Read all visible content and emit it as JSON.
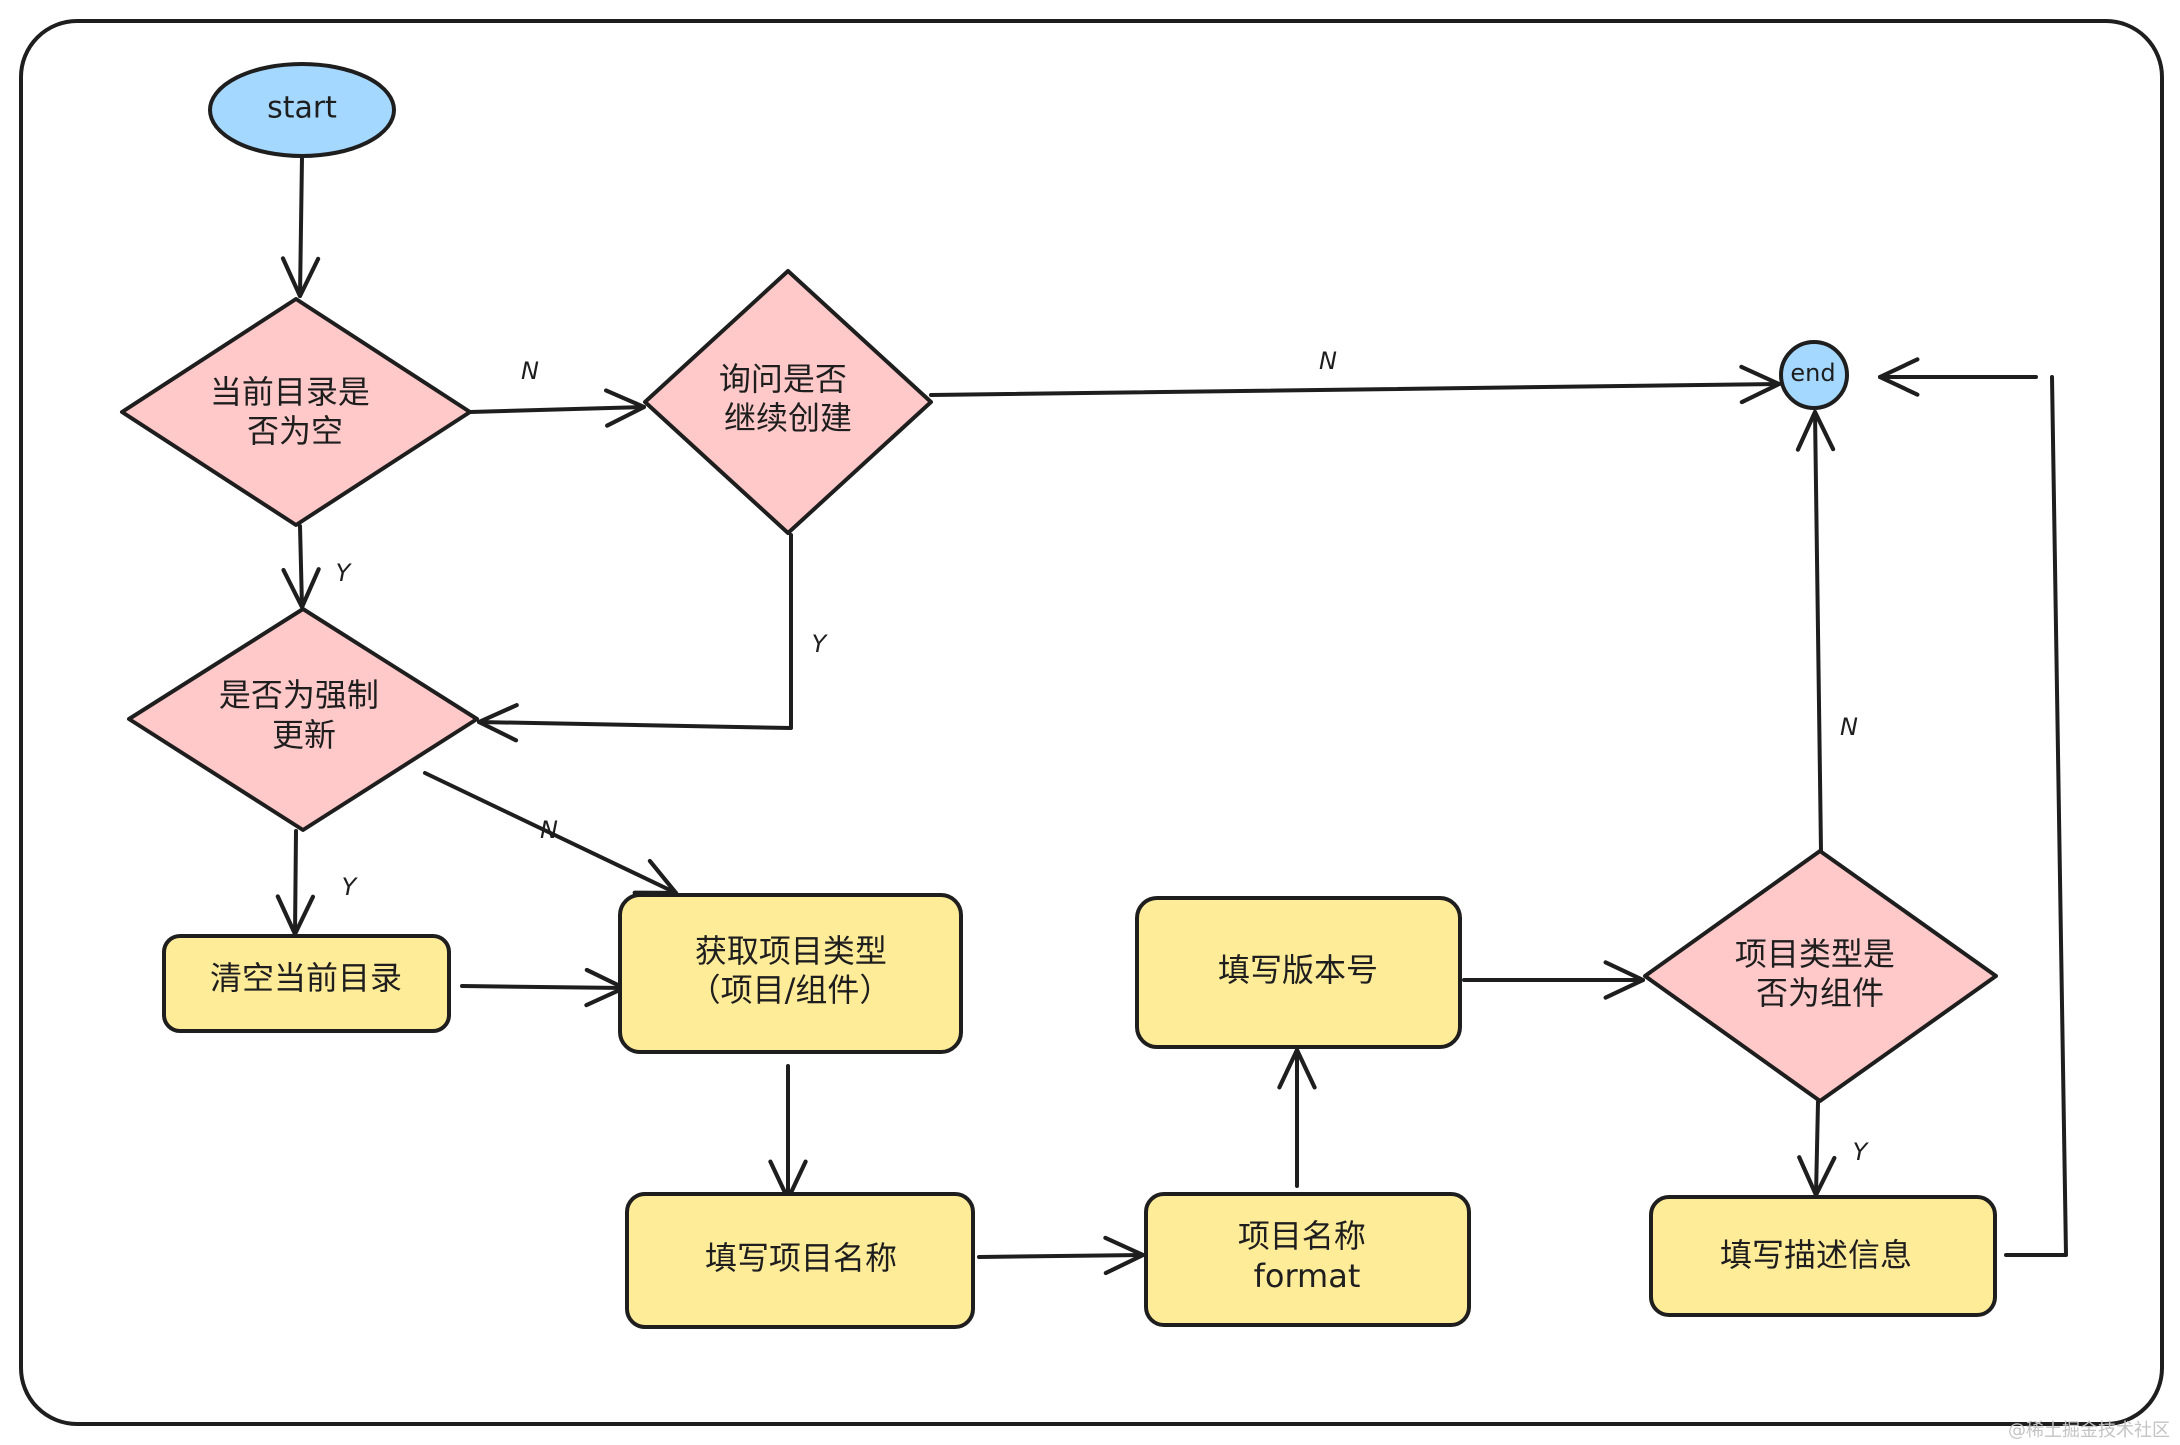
{
  "colors": {
    "terminal": "#a5d8ff",
    "decision": "#ffc9c9",
    "process": "#ffec99",
    "stroke": "#1e1e1e"
  },
  "nodes": {
    "start": {
      "label": "start"
    },
    "end": {
      "label": "end"
    },
    "is_dir_empty": {
      "lines": [
        "当前目录是",
        "否为空"
      ]
    },
    "ask_continue": {
      "lines": [
        "询问是否",
        "继续创建"
      ]
    },
    "force_update": {
      "lines": [
        "是否为强制",
        "更新"
      ]
    },
    "clear_dir": {
      "label": "清空当前目录"
    },
    "get_type": {
      "lines": [
        "获取项目类型",
        "（项目/组件）"
      ]
    },
    "fill_name": {
      "label": "填写项目名称"
    },
    "name_format": {
      "lines": [
        "项目名称",
        "format"
      ]
    },
    "fill_version": {
      "label": "填写版本号"
    },
    "is_component": {
      "lines": [
        "项目类型是",
        "否为组件"
      ]
    },
    "fill_desc": {
      "label": "填写描述信息"
    }
  },
  "edges": {
    "dir_empty_to_ask": {
      "label": "N"
    },
    "ask_to_end": {
      "label": "N"
    },
    "dir_empty_to_force": {
      "label": "Y"
    },
    "ask_to_force": {
      "label": "Y"
    },
    "force_to_get_type": {
      "label": "N"
    },
    "force_to_clear": {
      "label": "Y"
    },
    "component_to_end": {
      "label": "N"
    },
    "component_to_desc": {
      "label": "Y"
    }
  },
  "watermark": "@稀土掘金技术社区"
}
